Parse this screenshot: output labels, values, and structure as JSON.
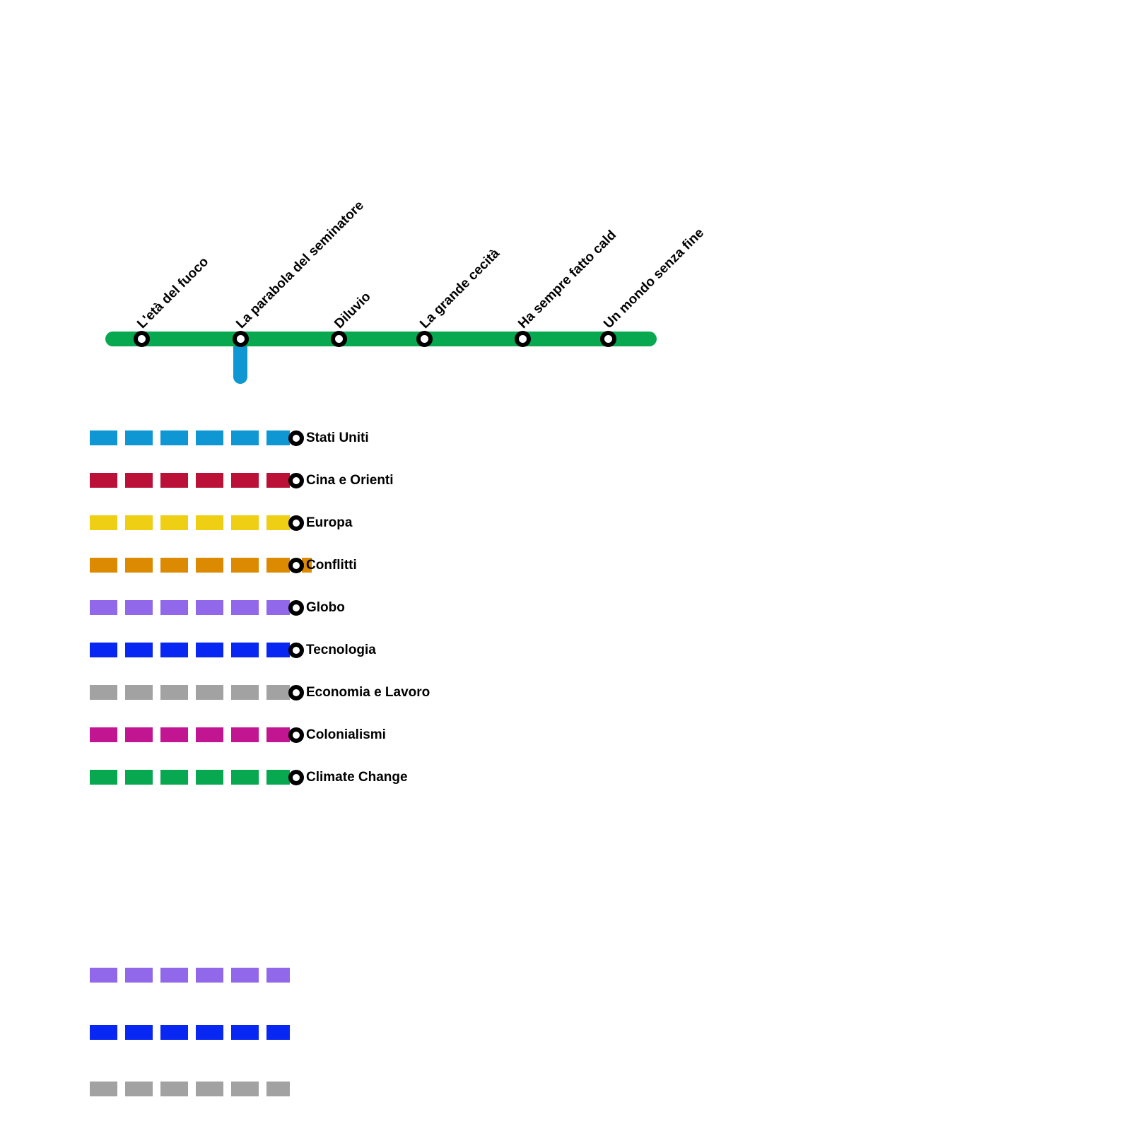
{
  "map": {
    "line": {
      "name": "main-line",
      "color": "#07a850"
    },
    "branch": {
      "name": "branch-line",
      "color": "#0f97d4"
    },
    "stations": [
      {
        "label": "L'età del fuoco"
      },
      {
        "label": "La parabola del seminatore",
        "has_branch": true
      },
      {
        "label": "Diluvio"
      },
      {
        "label": "La grande cecità"
      },
      {
        "label": "Ha sempre fatto cald"
      },
      {
        "label": "Un mondo senza fine"
      }
    ]
  },
  "legend": {
    "items": [
      {
        "label": "Stati Uniti",
        "color": "#0f97d4"
      },
      {
        "label": "Cina e Orienti",
        "color": "#bb1138"
      },
      {
        "label": "Europa",
        "color": "#eecf14"
      },
      {
        "label": "Conflitti",
        "color": "#db8a02",
        "tail": true
      },
      {
        "label": "Globo",
        "color": "#9168ea"
      },
      {
        "label": "Tecnologia",
        "color": "#0827f2"
      },
      {
        "label": "Economia e Lavoro",
        "color": "#a2a2a2"
      },
      {
        "label": "Colonialismi",
        "color": "#c21591"
      },
      {
        "label": "Climate Change",
        "color": "#07a850"
      }
    ]
  },
  "unlabeled_lines": [
    {
      "color": "#9168ea"
    },
    {
      "color": "#0827f2"
    },
    {
      "color": "#a2a2a2"
    }
  ]
}
